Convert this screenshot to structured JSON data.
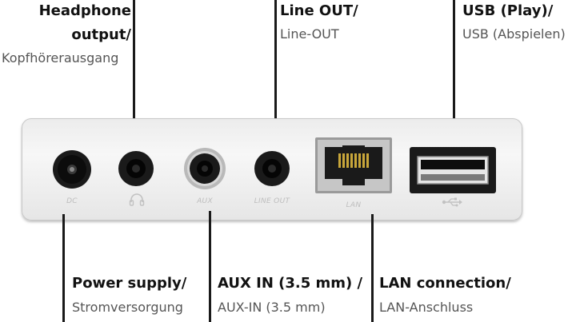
{
  "labels": {
    "headphone": {
      "line1": "Headphone",
      "line2": "output/",
      "line3": "Kopfhörerausgang"
    },
    "line_out": {
      "line1": "Line OUT/",
      "line2": "Line-OUT"
    },
    "usb": {
      "line1": "USB (Play)/",
      "line2": "USB (Abspielen)"
    },
    "power": {
      "line1": "Power supply/",
      "line2": "Stromversorgung"
    },
    "aux": {
      "line1": "AUX IN (3.5 mm) /",
      "line2": "AUX-IN (3.5 mm)"
    },
    "lan": {
      "line1": "LAN connection/",
      "line2": "LAN-Anschluss"
    }
  },
  "panel": {
    "dc": "DC",
    "aux": "AUX",
    "line_out": "LINE OUT",
    "lan": "LAN"
  },
  "icons": [
    "headphone-icon",
    "usb-symbol-icon"
  ],
  "colors": {
    "line": "#1a1a1a",
    "panel": "#efefef",
    "port": "#141414"
  }
}
